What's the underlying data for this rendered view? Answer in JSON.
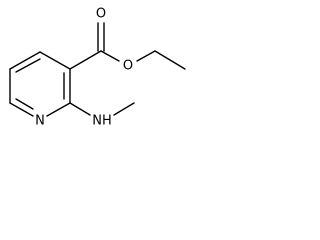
{
  "molecule": {
    "atoms": {
      "ring_n": "N",
      "ester_o_single": "O",
      "ester_o_double": "O",
      "amine_nh": "NH"
    }
  }
}
